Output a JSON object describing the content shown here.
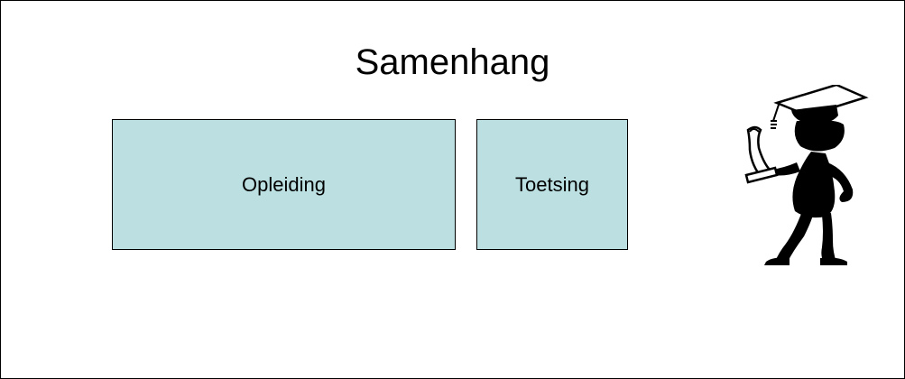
{
  "title": "Samenhang",
  "boxes": {
    "opleiding_label": "Opleiding",
    "toetsing_label": "Toetsing"
  },
  "colors": {
    "box_fill": "#bce0e2",
    "border": "#000000",
    "background": "#ffffff"
  },
  "icons": {
    "figure": "graduate-with-diploma-icon"
  }
}
